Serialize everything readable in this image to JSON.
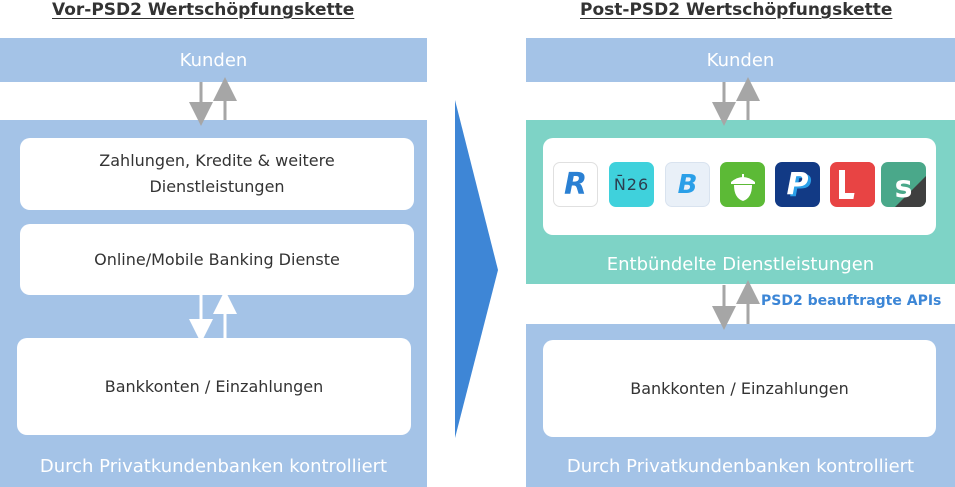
{
  "left": {
    "title": "Vor-PSD2 Wertschöpfungskette",
    "customers": "Kunden",
    "box_services": "Zahlungen, Kredite & weitere Dienstleistungen",
    "box_online": "Online/Mobile Banking Dienste",
    "box_accounts": "Bankkonten / Einzahlungen",
    "footer": "Durch Privatkundenbanken kontrolliert"
  },
  "right": {
    "title": "Post-PSD2 Wertschöpfungskette",
    "customers": "Kunden",
    "unbundled": "Entbündelte Dienstleistungen",
    "api_label": "PSD2 beauftragte APIs",
    "box_accounts": "Bankkonten / Einzahlungen",
    "footer": "Durch Privatkundenbanken kontrolliert"
  },
  "logos": [
    {
      "name": "revolut-logo",
      "mark": "R"
    },
    {
      "name": "n26-logo",
      "mark": "N̄26"
    },
    {
      "name": "bitwala-logo",
      "mark": "B"
    },
    {
      "name": "acorns-logo",
      "mark": "acorn"
    },
    {
      "name": "paypal-logo",
      "mark": "P"
    },
    {
      "name": "lendico-logo",
      "mark": "L"
    },
    {
      "name": "smava-logo",
      "mark": "s"
    }
  ],
  "colors": {
    "panel_blue": "#a4c3e7",
    "teal": "#7ed3c6",
    "divider_arrow": "#3e86d6",
    "arrow_grey": "#a6a6a6",
    "api_label_blue": "#3c86d6"
  }
}
